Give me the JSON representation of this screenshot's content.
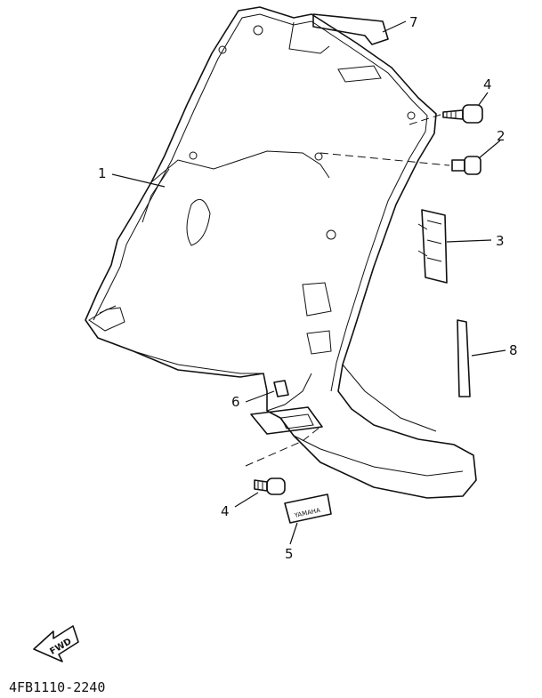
{
  "callouts": {
    "c1": "1",
    "c2": "2",
    "c3": "3",
    "c4a": "4",
    "c4b": "4",
    "c5": "5",
    "c6": "6",
    "c7": "7",
    "c8": "8"
  },
  "emblem_text": "YAMAHA",
  "fwd_label": "FWD",
  "diagram_code": "4FB1110-2240"
}
